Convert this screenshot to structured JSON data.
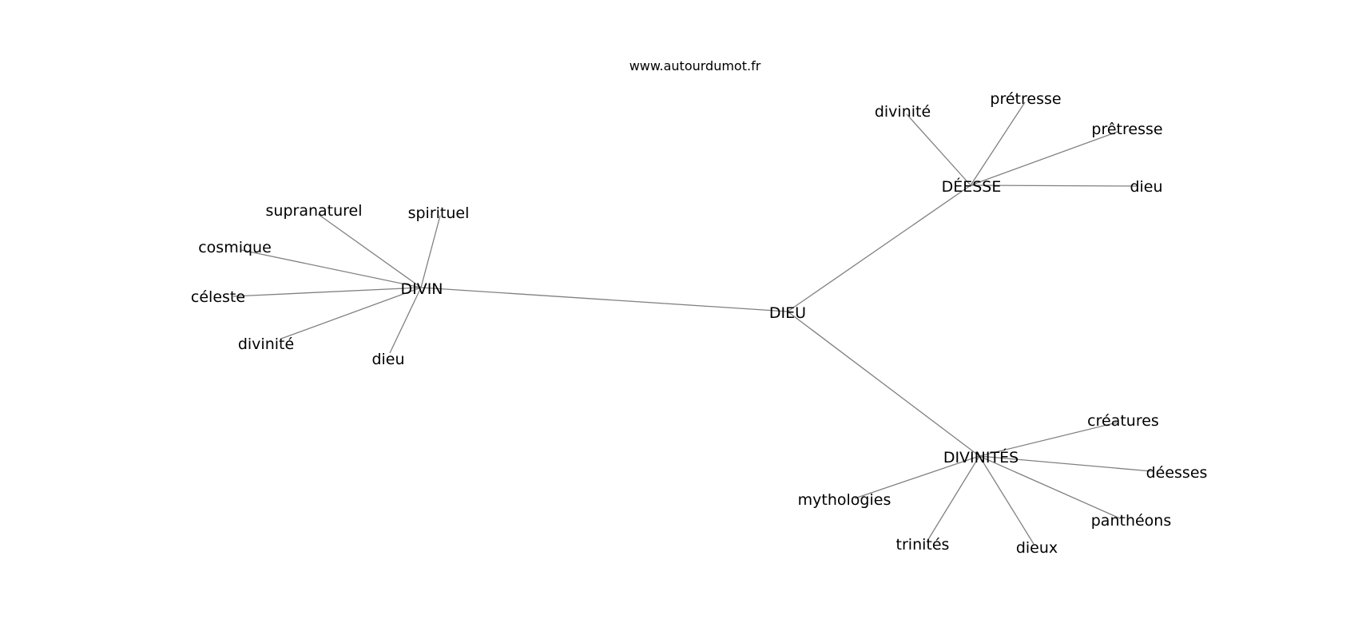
{
  "site": "www.autourdumot.fr",
  "center": "DIEU",
  "nodes": {
    "dieu_center": "DIEU",
    "divin": "DIVIN",
    "deesse": "DÉESSE",
    "divinites": "DIVINITÉS",
    "divin_supranaturel": "supranaturel",
    "divin_spirituel": "spirituel",
    "divin_cosmique": "cosmique",
    "divin_celeste": "céleste",
    "divin_divinite": "divinité",
    "divin_dieu": "dieu",
    "deesse_divinite": "divinité",
    "deesse_pretresse_aigu": "prétresse",
    "deesse_pretresse_circ": "prêtresse",
    "deesse_dieu": "dieu",
    "divinites_creatures": "créatures",
    "divinites_deesses": "déesses",
    "divinites_mythologies": "mythologies",
    "divinites_pantheons": "panthéons",
    "divinites_trinites": "trinités",
    "divinites_dieux": "dieux"
  },
  "edges": [
    [
      "dieu_center",
      "divin"
    ],
    [
      "dieu_center",
      "deesse"
    ],
    [
      "dieu_center",
      "divinites"
    ],
    [
      "divin",
      "divin_supranaturel"
    ],
    [
      "divin",
      "divin_spirituel"
    ],
    [
      "divin",
      "divin_cosmique"
    ],
    [
      "divin",
      "divin_celeste"
    ],
    [
      "divin",
      "divin_divinite"
    ],
    [
      "divin",
      "divin_dieu"
    ],
    [
      "deesse",
      "deesse_divinite"
    ],
    [
      "deesse",
      "deesse_pretresse_aigu"
    ],
    [
      "deesse",
      "deesse_pretresse_circ"
    ],
    [
      "deesse",
      "deesse_dieu"
    ],
    [
      "divinites",
      "divinites_creatures"
    ],
    [
      "divinites",
      "divinites_deesses"
    ],
    [
      "divinites",
      "divinites_mythologies"
    ],
    [
      "divinites",
      "divinites_pantheons"
    ],
    [
      "divinites",
      "divinites_trinites"
    ],
    [
      "divinites",
      "divinites_dieux"
    ]
  ]
}
